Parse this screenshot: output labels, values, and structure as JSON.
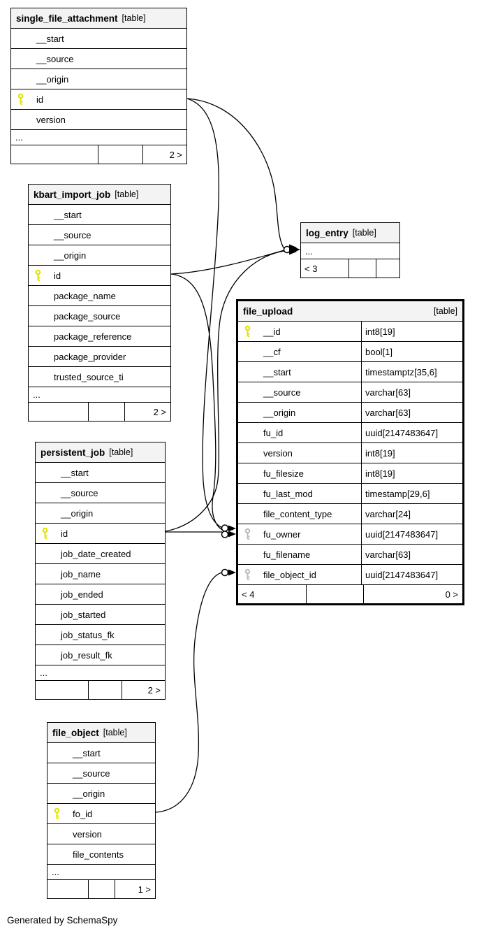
{
  "note": "Generated by SchemaSpy",
  "colors": {
    "pk_key": "#e3e300",
    "fk_key": "#bdbdbd",
    "header_bg": "#f3f3f3",
    "line": "#000000"
  },
  "tables": [
    {
      "name": "single_file_attachment",
      "tag": "[table]",
      "types": false,
      "columns": [
        {
          "name": "__start",
          "key": ""
        },
        {
          "name": "__source",
          "key": ""
        },
        {
          "name": "__origin",
          "key": ""
        },
        {
          "name": "id",
          "key": "pk"
        },
        {
          "name": "version",
          "key": ""
        }
      ],
      "ellipsis": "...",
      "footer": [
        "",
        "",
        "2 >"
      ]
    },
    {
      "name": "kbart_import_job",
      "tag": "[table]",
      "types": false,
      "columns": [
        {
          "name": "__start",
          "key": ""
        },
        {
          "name": "__source",
          "key": ""
        },
        {
          "name": "__origin",
          "key": ""
        },
        {
          "name": "id",
          "key": "pk"
        },
        {
          "name": "package_name",
          "key": ""
        },
        {
          "name": "package_source",
          "key": ""
        },
        {
          "name": "package_reference",
          "key": ""
        },
        {
          "name": "package_provider",
          "key": ""
        },
        {
          "name": "trusted_source_ti",
          "key": ""
        }
      ],
      "ellipsis": "...",
      "footer": [
        "",
        "",
        "2 >"
      ]
    },
    {
      "name": "log_entry",
      "tag": "[table]",
      "types": false,
      "columns": [],
      "ellipsis": "...",
      "footer": [
        "< 3",
        "",
        ""
      ]
    },
    {
      "name": "file_upload",
      "tag": "[table]",
      "types": true,
      "columns": [
        {
          "name": "__id",
          "type": "int8[19]",
          "key": "pk"
        },
        {
          "name": "__cf",
          "type": "bool[1]",
          "key": ""
        },
        {
          "name": "__start",
          "type": "timestamptz[35,6]",
          "key": ""
        },
        {
          "name": "__source",
          "type": "varchar[63]",
          "key": ""
        },
        {
          "name": "__origin",
          "type": "varchar[63]",
          "key": ""
        },
        {
          "name": "fu_id",
          "type": "uuid[2147483647]",
          "key": ""
        },
        {
          "name": "version",
          "type": "int8[19]",
          "key": ""
        },
        {
          "name": "fu_filesize",
          "type": "int8[19]",
          "key": ""
        },
        {
          "name": "fu_last_mod",
          "type": "timestamp[29,6]",
          "key": ""
        },
        {
          "name": "file_content_type",
          "type": "varchar[24]",
          "key": ""
        },
        {
          "name": "fu_owner",
          "type": "uuid[2147483647]",
          "key": "fk"
        },
        {
          "name": "fu_filename",
          "type": "varchar[63]",
          "key": ""
        },
        {
          "name": "file_object_id",
          "type": "uuid[2147483647]",
          "key": "fk"
        }
      ],
      "ellipsis": "",
      "footer": [
        "< 4",
        "",
        "0 >"
      ]
    },
    {
      "name": "persistent_job",
      "tag": "[table]",
      "types": false,
      "columns": [
        {
          "name": "__start",
          "key": ""
        },
        {
          "name": "__source",
          "key": ""
        },
        {
          "name": "__origin",
          "key": ""
        },
        {
          "name": "id",
          "key": "pk"
        },
        {
          "name": "job_date_created",
          "key": ""
        },
        {
          "name": "job_name",
          "key": ""
        },
        {
          "name": "job_ended",
          "key": ""
        },
        {
          "name": "job_started",
          "key": ""
        },
        {
          "name": "job_status_fk",
          "key": ""
        },
        {
          "name": "job_result_fk",
          "key": ""
        }
      ],
      "ellipsis": "...",
      "footer": [
        "",
        "",
        "2 >"
      ]
    },
    {
      "name": "file_object",
      "tag": "[table]",
      "types": false,
      "columns": [
        {
          "name": "__start",
          "key": ""
        },
        {
          "name": "__source",
          "key": ""
        },
        {
          "name": "__origin",
          "key": ""
        },
        {
          "name": "fo_id",
          "key": "pk"
        },
        {
          "name": "version",
          "key": ""
        },
        {
          "name": "file_contents",
          "key": ""
        }
      ],
      "ellipsis": "...",
      "footer": [
        "",
        "",
        "1 >"
      ]
    }
  ],
  "relations": [
    {
      "from": "single_file_attachment.id",
      "to": "log_entry"
    },
    {
      "from": "single_file_attachment.id",
      "to": "file_upload.fu_owner"
    },
    {
      "from": "kbart_import_job.id",
      "to": "log_entry"
    },
    {
      "from": "kbart_import_job.id",
      "to": "file_upload.fu_owner"
    },
    {
      "from": "persistent_job.id",
      "to": "log_entry"
    },
    {
      "from": "persistent_job.id",
      "to": "file_upload.fu_owner"
    },
    {
      "from": "file_object.fo_id",
      "to": "file_upload.file_object_id"
    }
  ]
}
